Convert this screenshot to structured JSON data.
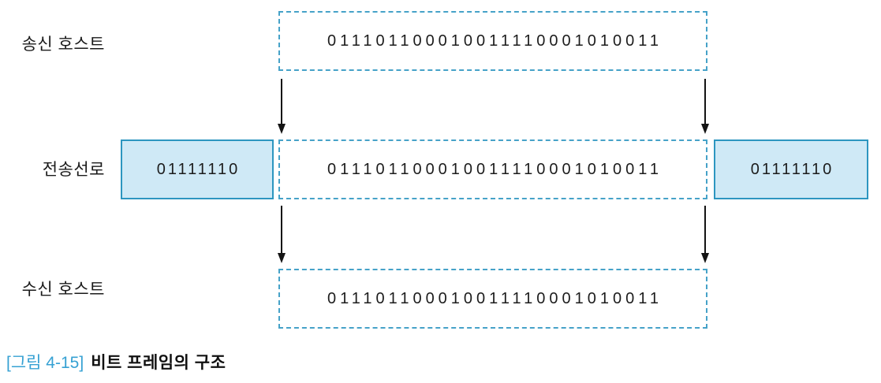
{
  "rows": [
    {
      "label": "송신 호스트",
      "frame_bits": "011101100010011110001010011"
    },
    {
      "label": "전송선로",
      "left_flag": "01111110",
      "frame_bits": "011101100010011110001010011",
      "right_flag": "01111110"
    },
    {
      "label": "수신 호스트",
      "frame_bits": "011101100010011110001010011"
    }
  ],
  "caption": {
    "prefix": "[그림 4-15]",
    "title": "비트 프레임의 구조"
  },
  "colors": {
    "dashed_border": "#46a2c8",
    "flag_border": "#2d96c0",
    "flag_fill": "#cfe9f6",
    "caption_accent": "#36a1d3",
    "text": "#1a1a1a"
  }
}
